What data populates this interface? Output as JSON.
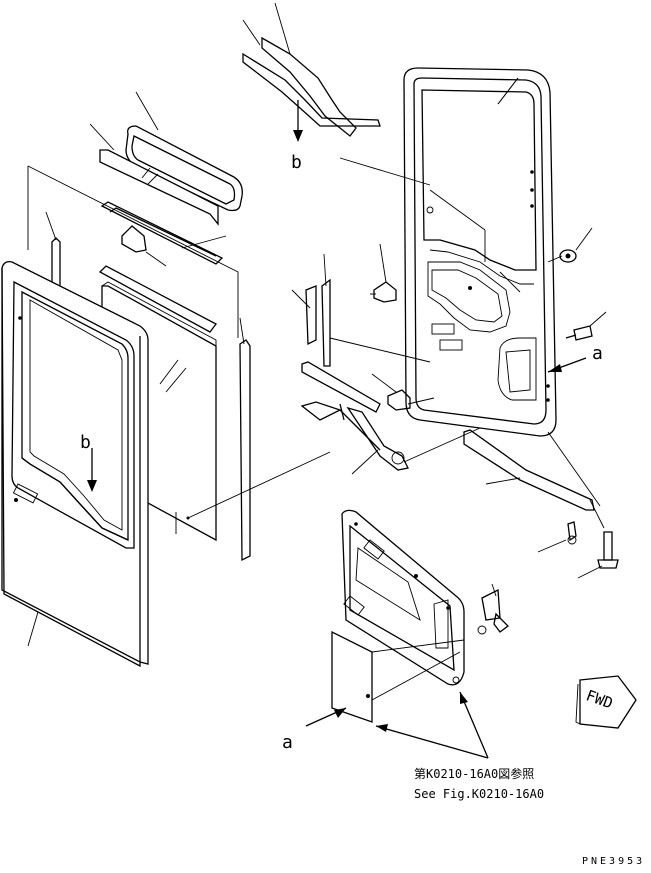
{
  "labels": {
    "b_top": "b",
    "b_left": "b",
    "a_right": "a",
    "a_bottom": "a"
  },
  "reference": {
    "jp": "第K0210-16A0図参照",
    "en": "See Fig.K0210-16A0"
  },
  "fwd_badge": "FWD",
  "drawing_code": "PNE3953"
}
